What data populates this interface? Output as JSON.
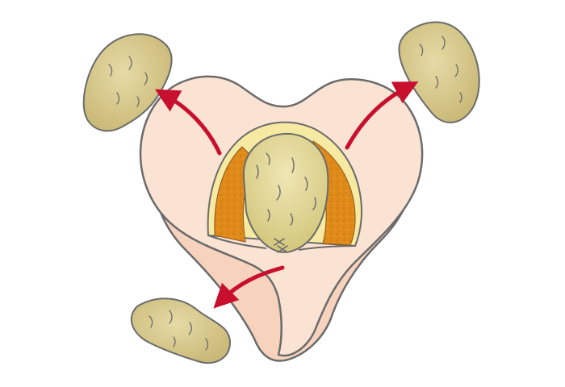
{
  "diagram": {
    "subject": "tooth-pulp-removal-illustration",
    "elements": {
      "tooth": "molar-tooth",
      "pulp_chamber": "opened-pulp-chamber",
      "pulp_tissue": "extracted-pulp-tissue",
      "arrow_direction": "outward"
    },
    "arrow_count": 3,
    "pulp_fragment_count": 3
  },
  "colors": {
    "background": "#ffffff",
    "tooth_fill": "#fbe3d3",
    "tooth_root_shade": "#f7d3bd",
    "outline": "#6b6b6b",
    "dentin_orange": "#e08a1a",
    "dentin_dark": "#b5640f",
    "enamel_yellow": "#f6eaa2",
    "pulp_fill": "#dcd589",
    "pulp_highlight": "#efe6b4",
    "pulp_fragment_fill": "#d8c98a",
    "arrow_red": "#c8102e"
  }
}
